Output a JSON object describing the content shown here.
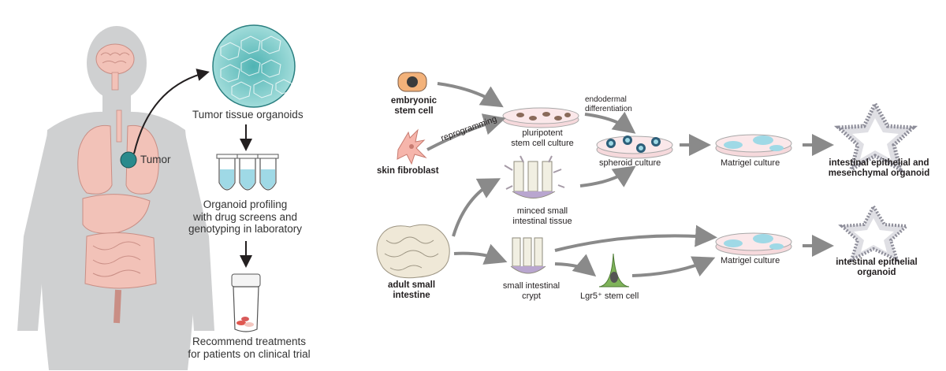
{
  "left_panel": {
    "tumor_label": "Tumor",
    "step1": "Tumor tissue organoids",
    "step2_lines": [
      "Organoid profiling",
      "with drug screens and",
      "genotyping in laboratory"
    ],
    "step3_lines": [
      "Recommend treatments",
      "for patients on clinical trial"
    ]
  },
  "right_panel": {
    "embryonic": [
      "embryonic",
      "stem cell"
    ],
    "skin_fibroblast": "skin fibroblast",
    "reprogramming": "reprogramming",
    "pluripotent": [
      "pluripotent",
      "stem cell culture"
    ],
    "endodermal": [
      "endodermal",
      "differentiation"
    ],
    "spheroid": "spheroid culture",
    "matrigel_top": "Matrigel culture",
    "organoid_top": [
      "intestinal epithelial and",
      "mesenchymal organoid"
    ],
    "minced": [
      "minced small",
      "intestinal tissue"
    ],
    "adult": [
      "adult small",
      "intestine"
    ],
    "crypt": [
      "small intestinal",
      "crypt"
    ],
    "lgr5": "Lgr5⁺ stem cell",
    "matrigel_bottom": "Matrigel culture",
    "organoid_bottom": [
      "intestinal epithelial",
      "organoid"
    ]
  },
  "colors": {
    "body_silhouette": "#cfd0d1",
    "organ_pink": "#f2c2b8",
    "tumor_teal": "#2a8a8c",
    "organoid_teal": "#8fd3d2",
    "arrow_gray": "#8a8a8a",
    "dish_pink": "#f6d9dc",
    "spheroid_blue": "#2d5f7a",
    "matrigel_blue": "#9fd9e6",
    "stem_green": "#7fb35a"
  }
}
